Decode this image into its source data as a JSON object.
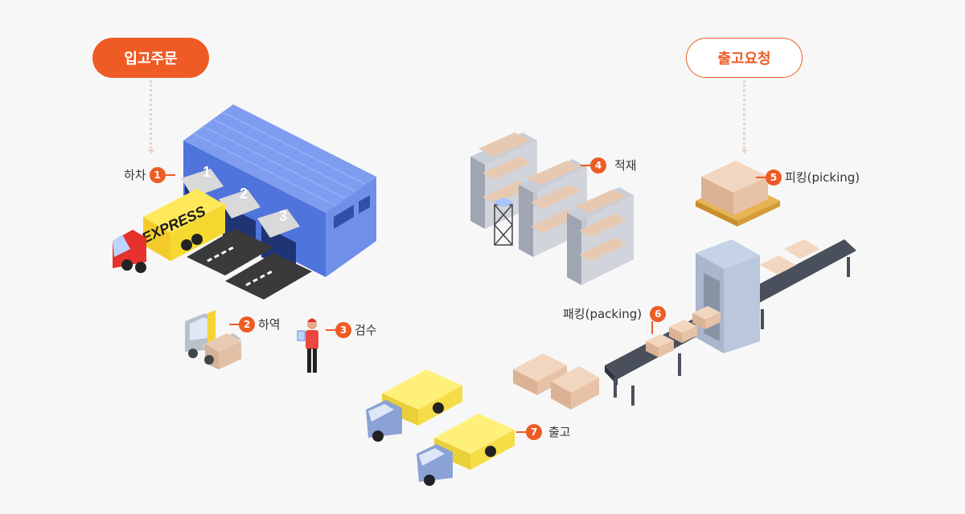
{
  "buttons": {
    "inbound_order": "입고주문",
    "outbound_request": "출고요청"
  },
  "truck_label": "EXPRESS",
  "dock_numbers": [
    "1",
    "2",
    "3"
  ],
  "steps": [
    {
      "num": "1",
      "label": "하차"
    },
    {
      "num": "2",
      "label": "하역"
    },
    {
      "num": "3",
      "label": "검수"
    },
    {
      "num": "4",
      "label": "적재"
    },
    {
      "num": "5",
      "label": "피킹(picking)"
    },
    {
      "num": "6",
      "label": "패킹(packing)"
    },
    {
      "num": "7",
      "label": "출고"
    }
  ],
  "colors": {
    "accent": "#ef5b25",
    "warehouse": "#5b7fe0",
    "truck_yellow": "#f7e04b",
    "box": "#e7c9b2"
  }
}
